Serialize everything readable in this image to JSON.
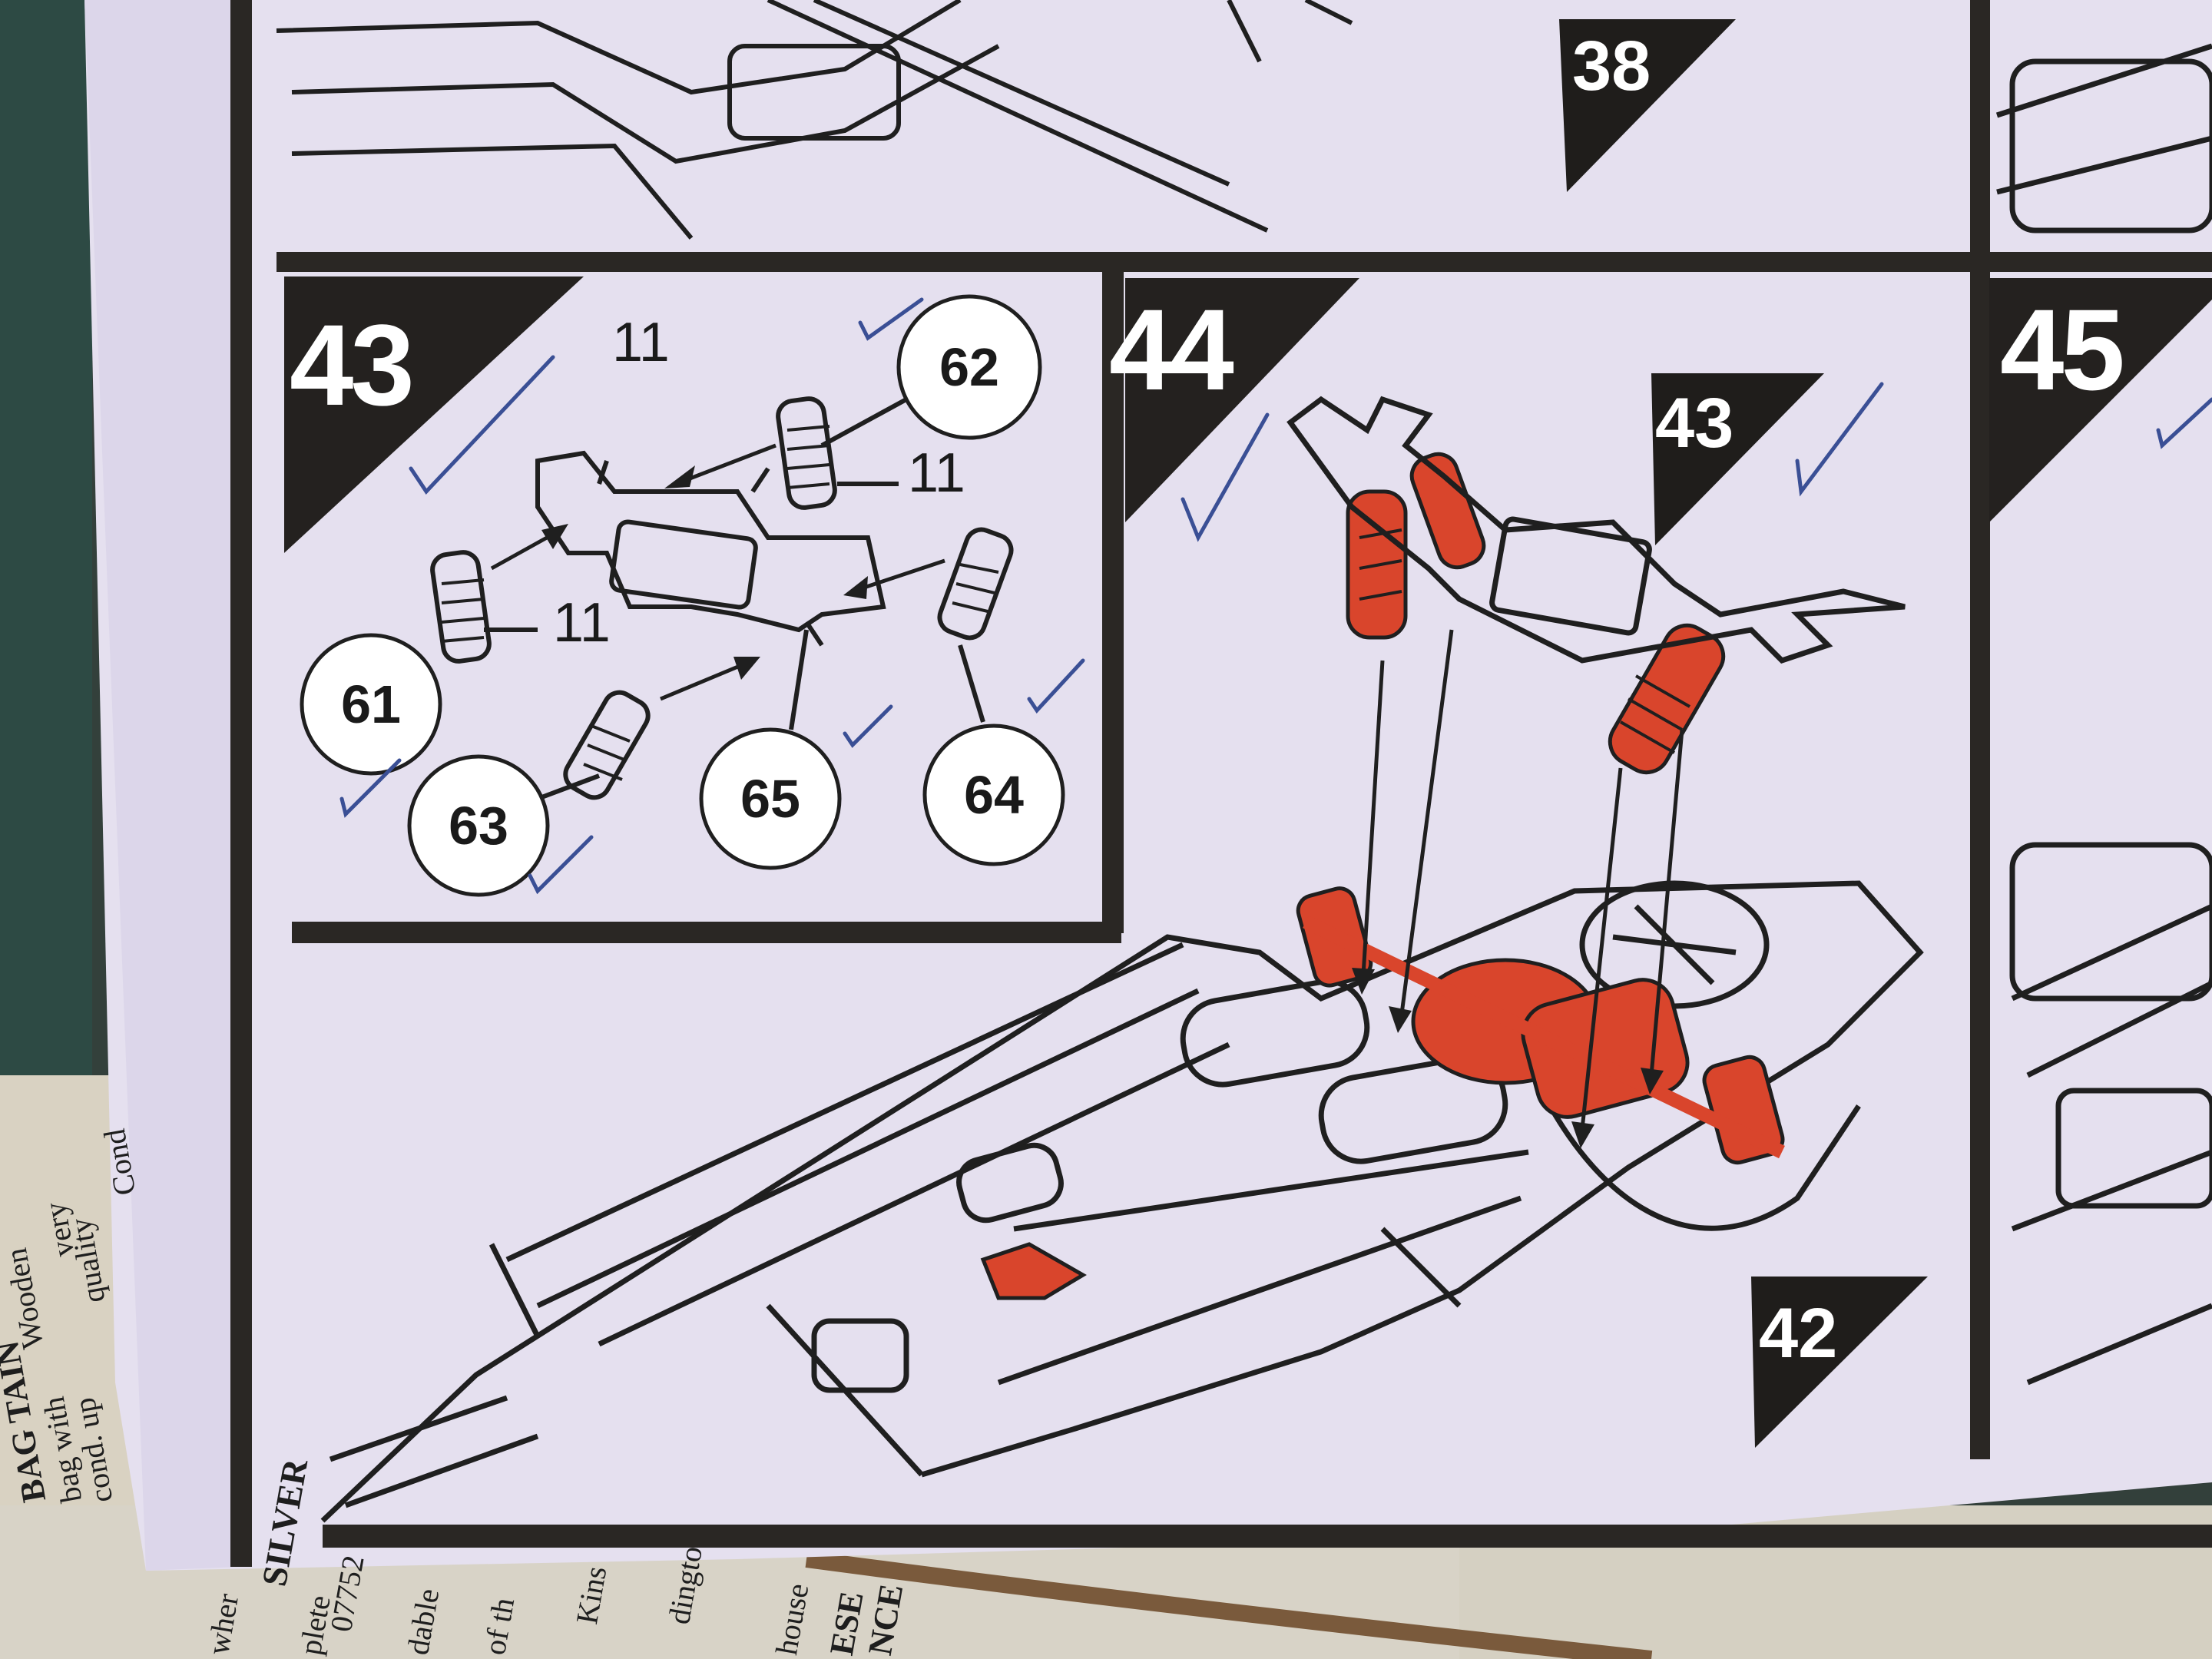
{
  "panels": {
    "p38": {
      "ref": "38"
    },
    "p43": {
      "number": "43",
      "part_11_labels": [
        "11",
        "11",
        "11",
        "11"
      ],
      "callouts": [
        "62",
        "61",
        "63",
        "65",
        "64"
      ]
    },
    "p44": {
      "number": "44",
      "ref_top": "43",
      "ref_bottom": "42"
    },
    "p45": {
      "number": "45"
    }
  },
  "newspaper": {
    "left": [
      "BAG TAIN",
      "bag with",
      "cond. up",
      "Wooden",
      "very",
      "quality",
      "Cond"
    ],
    "bottom": [
      "SILVER",
      "07752",
      "plete",
      "wher",
      "dable",
      "of th",
      "Kins",
      "dingto",
      "house",
      "ESE",
      "NCE"
    ]
  },
  "colors": {
    "paper": "#e4dff0",
    "frame": "#2a2724",
    "highlight_parts": "#d9452c",
    "line_art": "#1f1f1f",
    "check_ink": "#3a4f95"
  }
}
